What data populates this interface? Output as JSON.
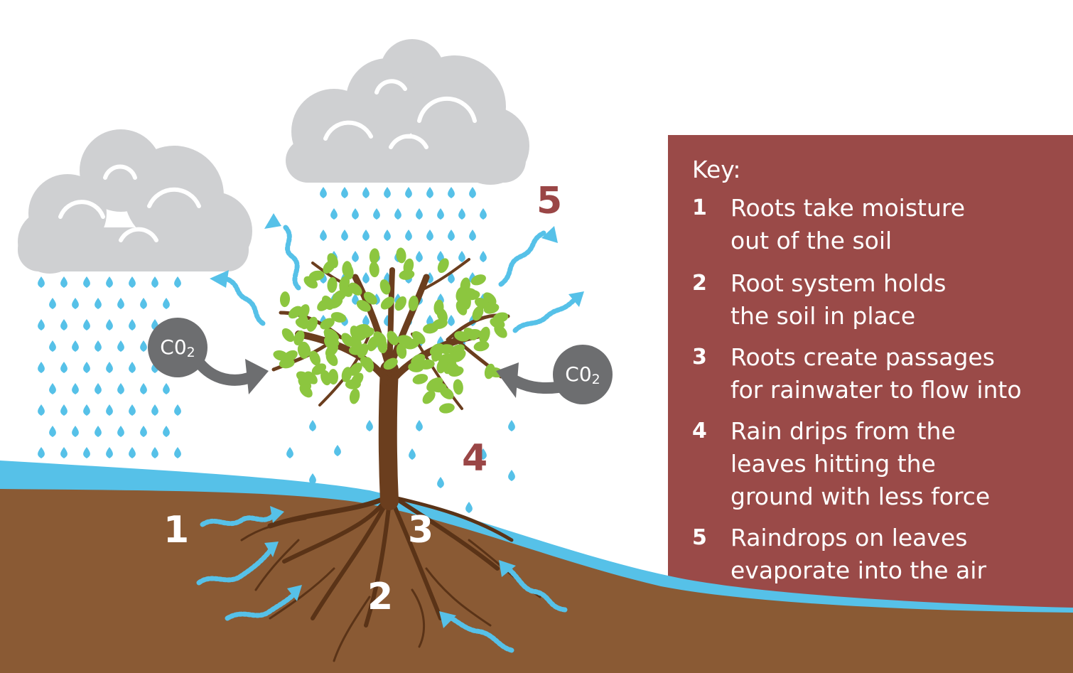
{
  "key": {
    "title": "Key:",
    "items": [
      {
        "num": "1",
        "line1": "Roots take moisture",
        "line2": "out of the soil"
      },
      {
        "num": "2",
        "line1": "Root system holds",
        "line2": "the soil in place"
      },
      {
        "num": "3",
        "line1": "Roots create passages",
        "line2": "for rainwater to flow into"
      },
      {
        "num": "4",
        "line1": "Rain drips from the",
        "line2": "leaves hitting the",
        "line3": "ground with less force"
      },
      {
        "num": "5",
        "line1": "Raindrops on leaves",
        "line2": "evaporate into the air"
      }
    ]
  },
  "labels": {
    "n1": "1",
    "n2": "2",
    "n3": "3",
    "n4": "4",
    "n5": "5"
  },
  "co2": {
    "base": "C0",
    "sub": "2"
  },
  "colors": {
    "soil": "#8a5a34",
    "water": "#56c1e8",
    "key_panel": "#9a4a48",
    "cloud": "#cfd0d2",
    "leaf": "#8cc63f",
    "trunk": "#6b3e1e",
    "co2_circle": "#6d6e70",
    "rain": "#56c1e8"
  }
}
